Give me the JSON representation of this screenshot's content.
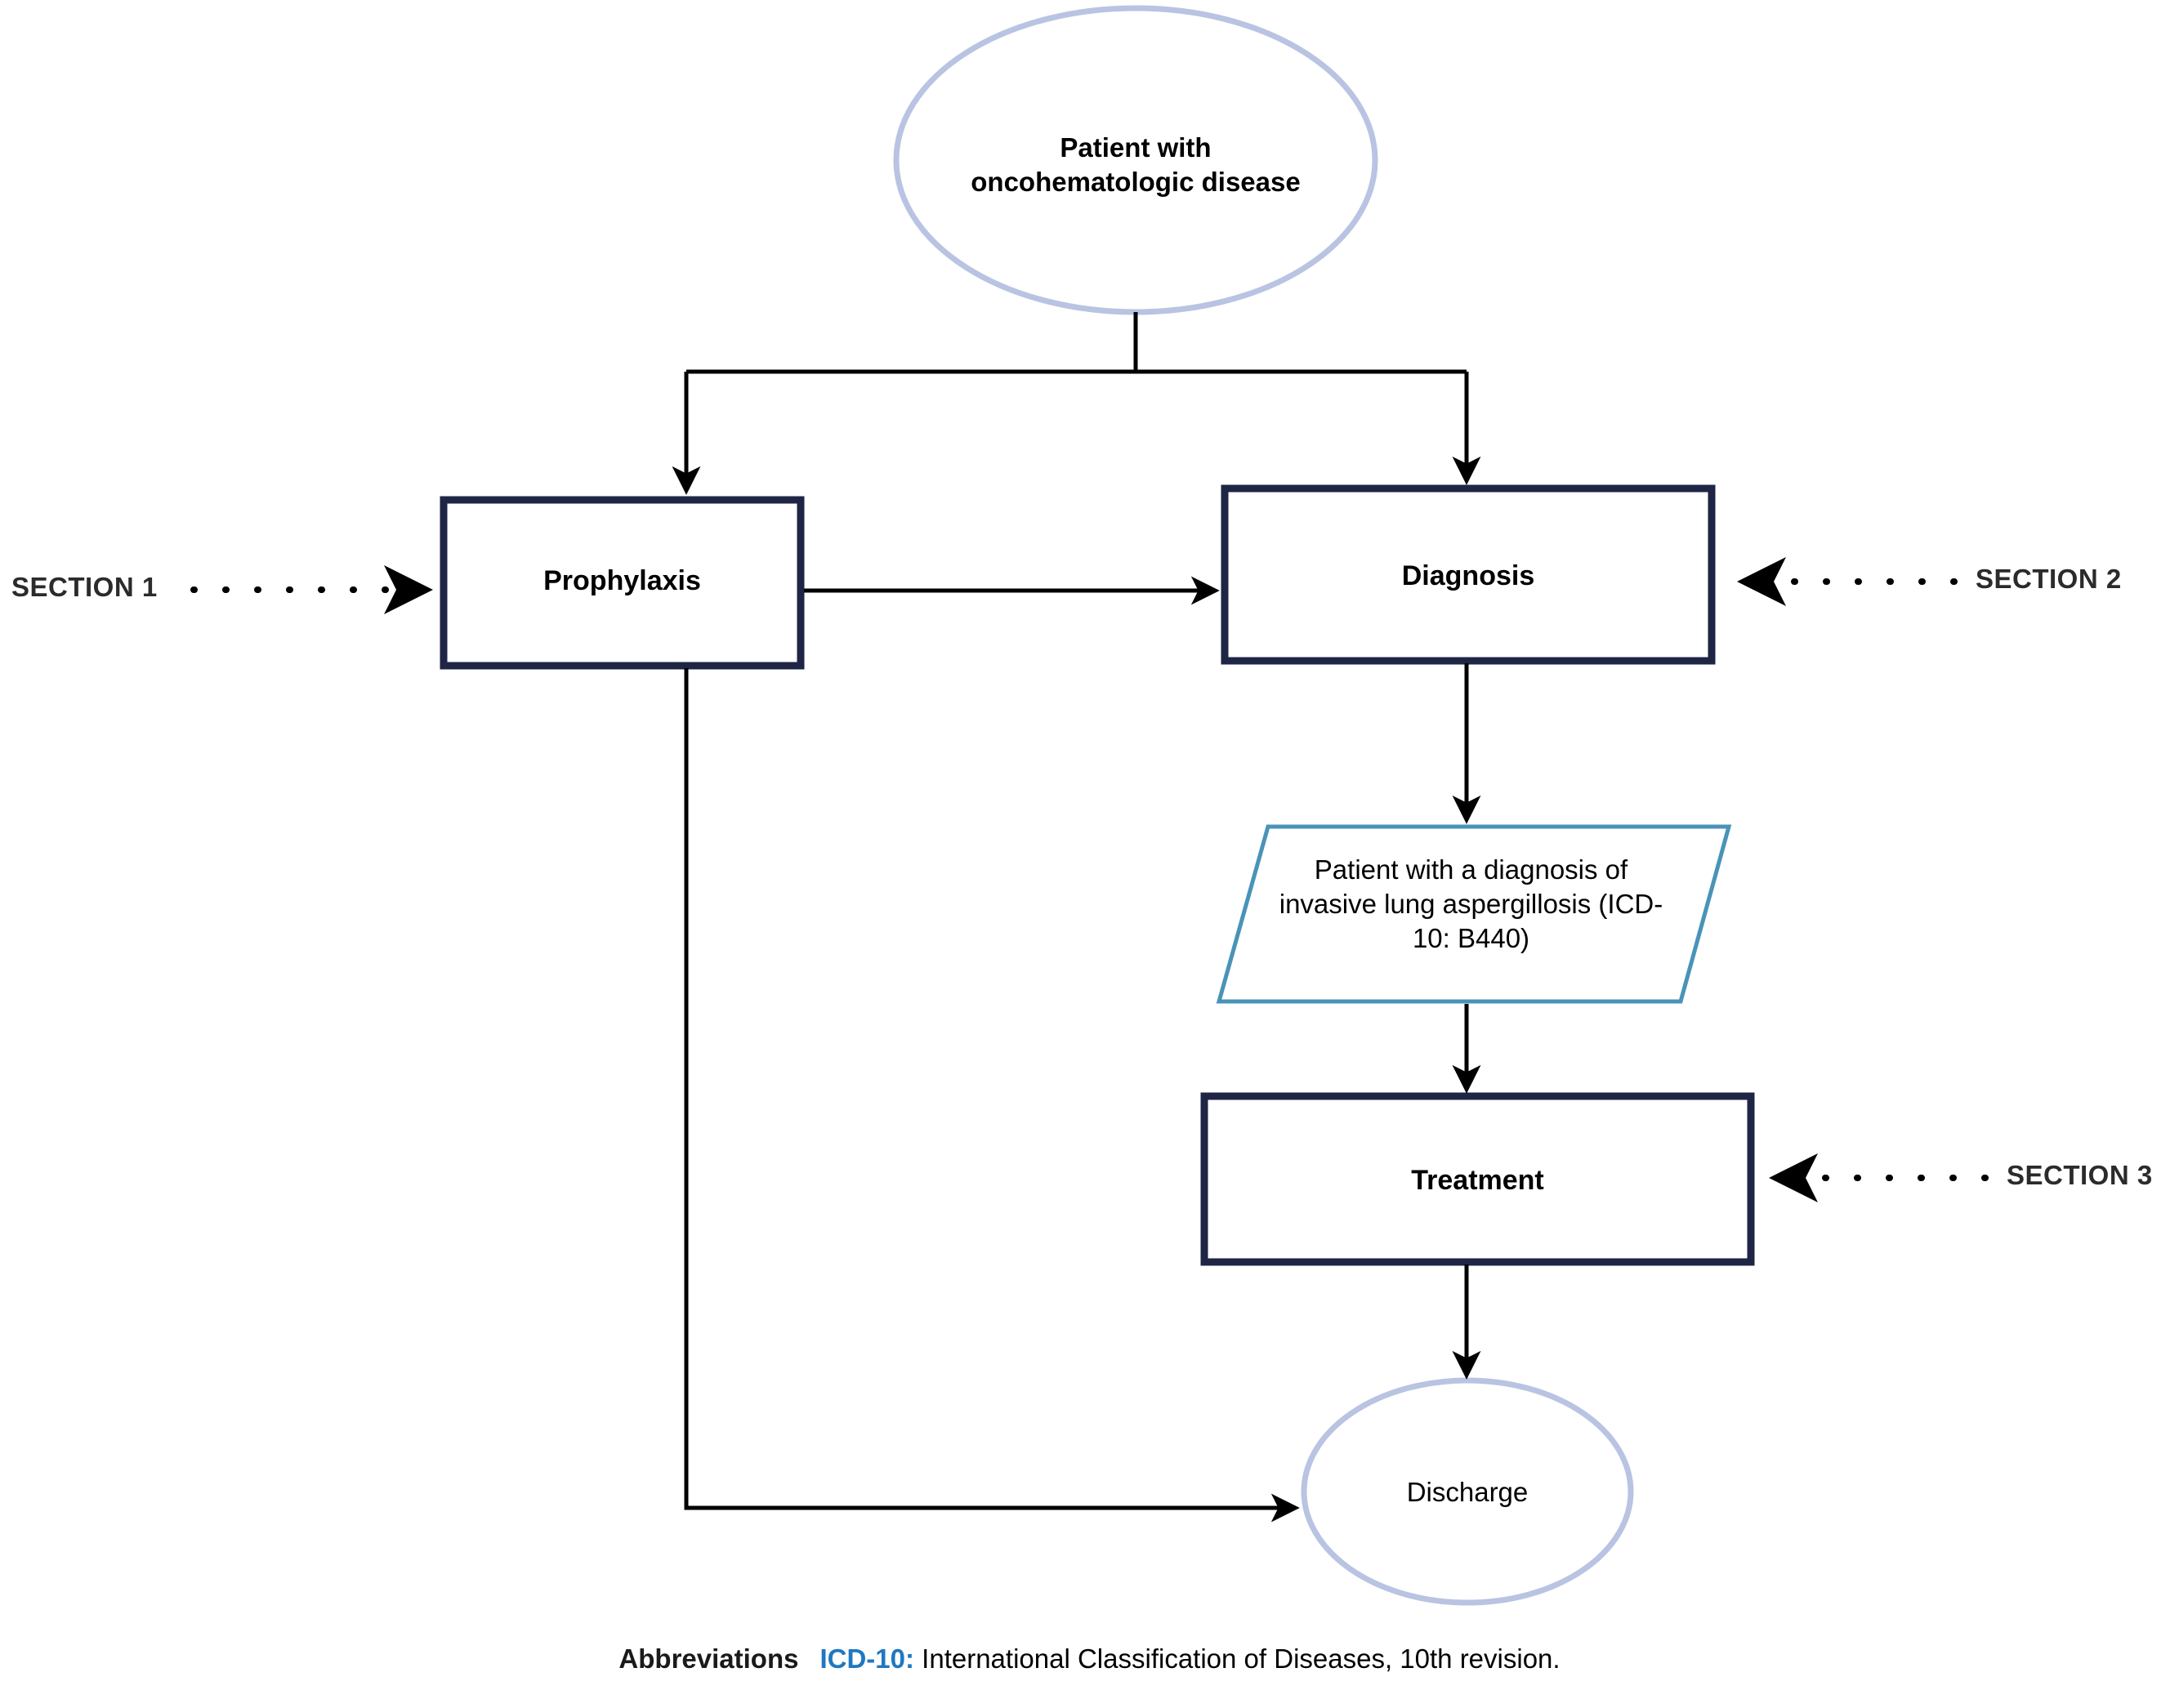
{
  "figure": {
    "type": "flowchart",
    "title": "",
    "background_color": "#ffffff"
  },
  "colors": {
    "terminator_border": "#b9c3e2",
    "process_border": "#1f2544",
    "data_border": "#4a93b8",
    "connector": "#000000",
    "section_text": "#2b2b2b",
    "abbrev_key": "#1f78c1",
    "text": "#000000"
  },
  "nodes": {
    "start": {
      "id": "start",
      "shape": "ellipse",
      "label": "Patient with\noncohematologic disease",
      "border_color": "#b9c3e2"
    },
    "prophylaxis": {
      "id": "prophylaxis",
      "shape": "process",
      "label": "Prophylaxis",
      "border_color": "#1f2544"
    },
    "diagnosis": {
      "id": "diagnosis",
      "shape": "process",
      "label": "Diagnosis",
      "border_color": "#1f2544"
    },
    "diagnosed_patient": {
      "id": "diagnosed_patient",
      "shape": "parallelogram",
      "label": "Patient with a diagnosis of\ninvasive lung aspergillosis (ICD-\n10: B440)",
      "border_color": "#4a93b8"
    },
    "treatment": {
      "id": "treatment",
      "shape": "process",
      "label": "Treatment",
      "border_color": "#1f2544"
    },
    "discharge": {
      "id": "discharge",
      "shape": "ellipse",
      "label": "Discharge",
      "border_color": "#b9c3e2"
    }
  },
  "edges": [
    {
      "from": "start",
      "to": "prophylaxis",
      "style": "solid",
      "arrow": "down"
    },
    {
      "from": "start",
      "to": "diagnosis",
      "style": "solid",
      "arrow": "down"
    },
    {
      "from": "prophylaxis",
      "to": "diagnosis",
      "style": "solid",
      "arrow": "right"
    },
    {
      "from": "diagnosis",
      "to": "diagnosed_patient",
      "style": "solid",
      "arrow": "down"
    },
    {
      "from": "diagnosed_patient",
      "to": "treatment",
      "style": "solid",
      "arrow": "down"
    },
    {
      "from": "treatment",
      "to": "discharge",
      "style": "solid",
      "arrow": "down"
    },
    {
      "from": "prophylaxis",
      "to": "discharge",
      "style": "solid",
      "arrow": "right"
    }
  ],
  "annotations": [
    {
      "id": "section-1",
      "label": "SECTION 1",
      "points_to": "prophylaxis",
      "style": "dotted",
      "arrow": "right"
    },
    {
      "id": "section-2",
      "label": "SECTION 2",
      "points_to": "diagnosis",
      "style": "dotted",
      "arrow": "left"
    },
    {
      "id": "section-3",
      "label": "SECTION 3",
      "points_to": "treatment",
      "style": "dotted",
      "arrow": "left"
    }
  ],
  "footer": {
    "title": "Abbreviations",
    "key": "ICD-10:",
    "definition": "International Classification of Diseases, 10th revision."
  }
}
